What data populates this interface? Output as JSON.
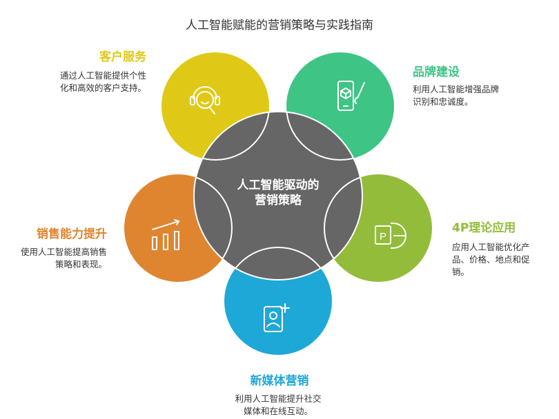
{
  "title": "人工智能赋能的营销策略与实践指南",
  "center": {
    "line1": "人工智能驱动的",
    "line2": "营销策略",
    "color": "#666666"
  },
  "nodes": [
    {
      "id": "customer-service",
      "title": "客户服务",
      "desc": "通过人工智能提供个性化和高效的客户支持。",
      "color": "#DFC916",
      "icon": "headset-icon"
    },
    {
      "id": "brand-building",
      "title": "品牌建设",
      "desc": "利用人工智能增强品牌识别和忠诚度。",
      "color": "#3EC485",
      "icon": "phone-brush-icon"
    },
    {
      "id": "4p-theory",
      "title": "4P理论应用",
      "desc": "应用人工智能优化产品、价格、地点和促销。",
      "color": "#93BC3A",
      "icon": "presentation-icon"
    },
    {
      "id": "new-media",
      "title": "新媒体营销",
      "desc": "利用人工智能提升社交媒体和在线互动。",
      "color": "#1EA8D8",
      "icon": "user-add-icon"
    },
    {
      "id": "sales",
      "title": "销售能力提升",
      "desc": "使用人工智能提高销售策略和表现。",
      "color": "#DF8530",
      "icon": "bar-chart-icon"
    }
  ]
}
